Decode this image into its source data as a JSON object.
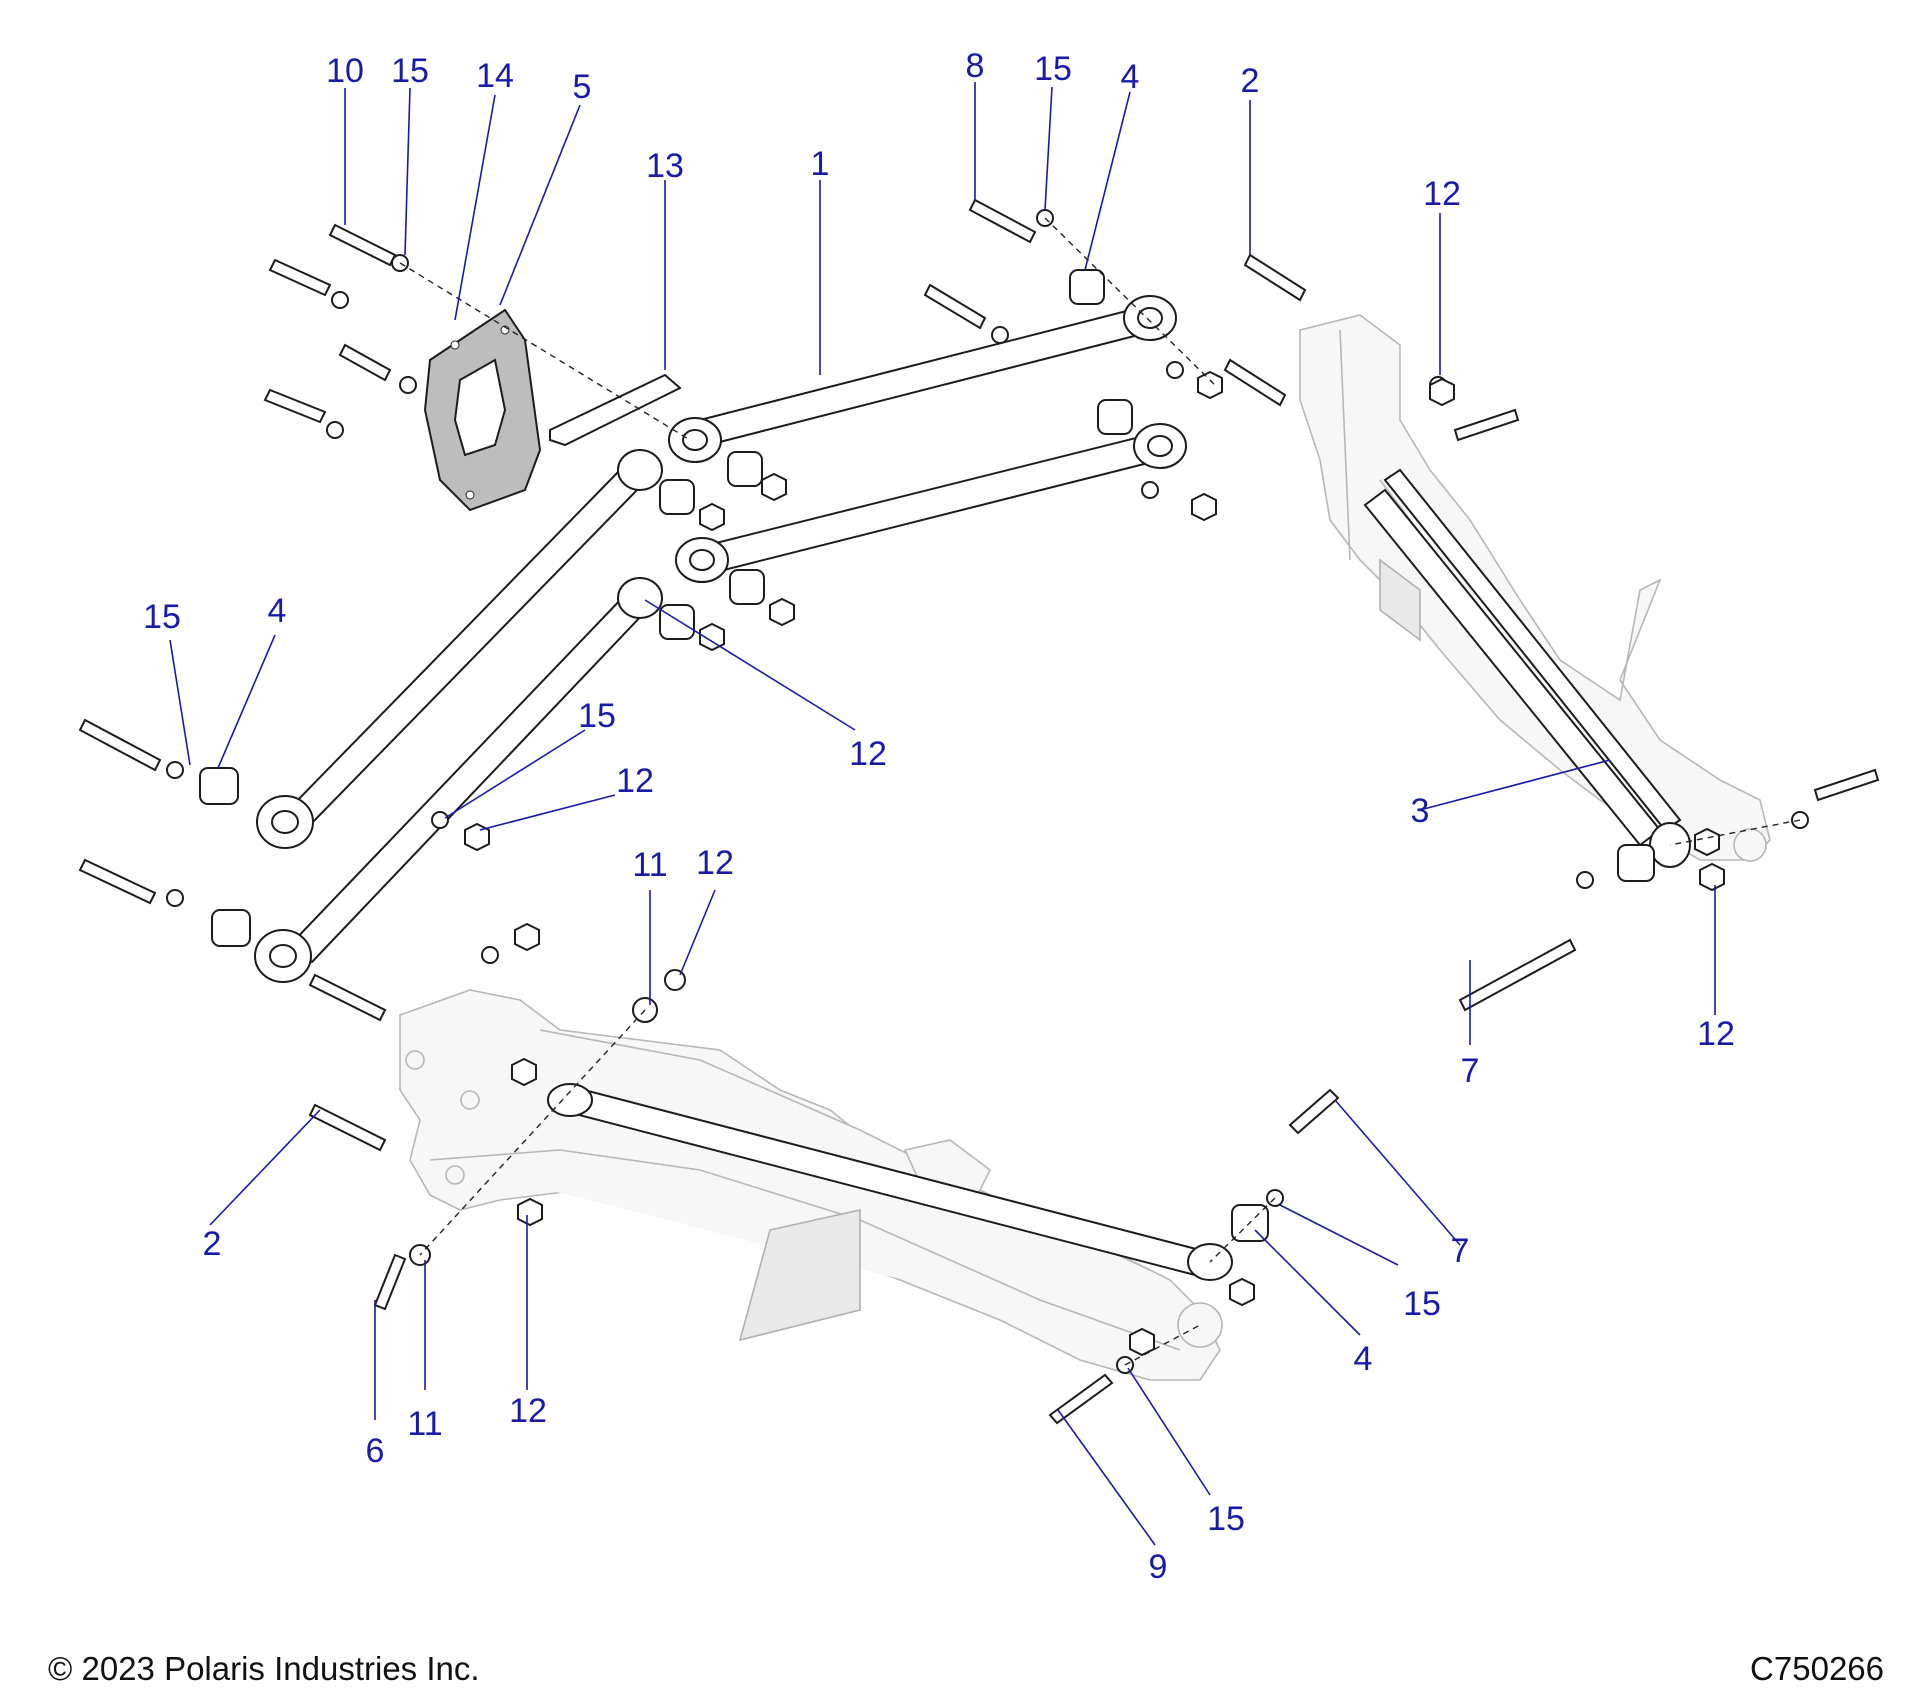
{
  "footer": {
    "copyright": "© 2023 Polaris Industries Inc.",
    "drawing_id": "C750266"
  },
  "callouts": {
    "c1": "1",
    "c2a": "2",
    "c2b": "2",
    "c3": "3",
    "c4a": "4",
    "c4b": "4",
    "c4c": "4",
    "c5": "5",
    "c6": "6",
    "c7a": "7",
    "c7b": "7",
    "c8": "8",
    "c9": "9",
    "c10": "10",
    "c11a": "11",
    "c11b": "11",
    "c12a": "12",
    "c12b": "12",
    "c12c": "12",
    "c12d": "12",
    "c12e": "12",
    "c12f": "12",
    "c13": "13",
    "c14": "14",
    "c15a": "15",
    "c15b": "15",
    "c15c": "15",
    "c15d": "15",
    "c15e": "15",
    "c15f": "15"
  }
}
